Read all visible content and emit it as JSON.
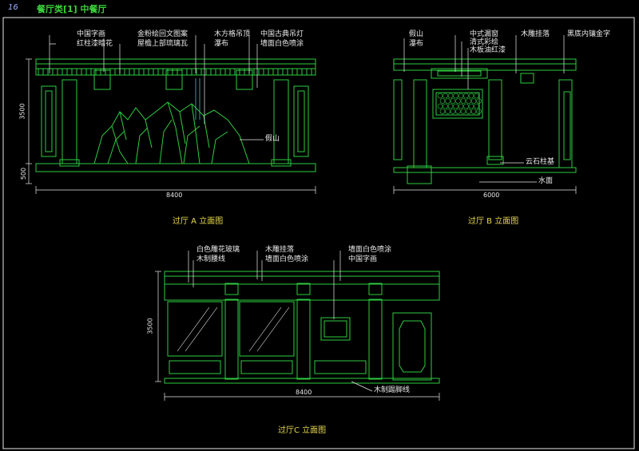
{
  "header": {
    "page_number": "16",
    "title": "餐厅类[1] 中餐厅"
  },
  "elevation_a": {
    "caption": "过厅 A 立面图",
    "labels": [
      "中国字画",
      "红柱漆暗花",
      "金粉绘回文图案",
      "屋檐上部琉璃瓦",
      "木方格吊顶",
      "瀑布",
      "中国古典吊灯",
      "墙面白色喷涂",
      "假山"
    ],
    "width_dim": "8400",
    "height_dims": [
      "3500",
      "500"
    ]
  },
  "elevation_b": {
    "caption": "过厅 B 立面图",
    "labels": [
      "假山",
      "瀑布",
      "中式漏窗",
      "清式彩绘",
      "木板油红漆",
      "木雕挂落",
      "黑底内镶金字",
      "云石柱基",
      "水面"
    ],
    "width_dim": "6000"
  },
  "elevation_c": {
    "caption": "过厅C 立面图",
    "labels": [
      "白色雕花玻璃",
      "木制腰线",
      "木雕挂落",
      "墙面白色喷涂",
      "墙面白色喷涂",
      "中国字画",
      "木制踢脚线"
    ],
    "width_dim": "8400",
    "height_dim": "3500"
  },
  "colors": {
    "background": "#000000",
    "frame": "#e8e8e8",
    "drawing": "#2ecc40",
    "title": "#3ad13a",
    "caption": "#e6d84a",
    "cyan": "#36c6c6"
  }
}
